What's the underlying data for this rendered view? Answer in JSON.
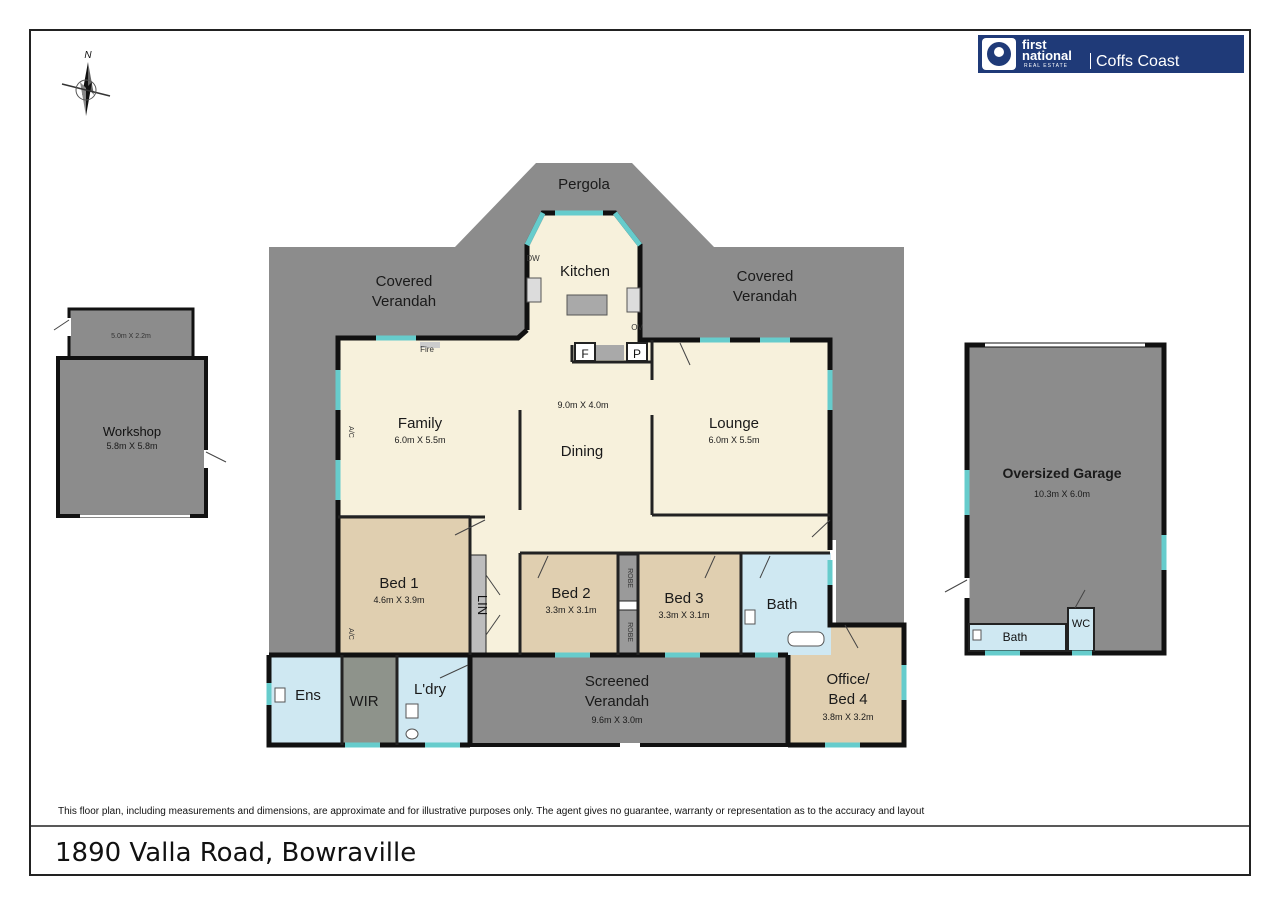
{
  "compass": {
    "label": "N"
  },
  "logo": {
    "line1": "first",
    "line2": "national",
    "line3": "REAL ESTATE",
    "office": "Coffs Coast"
  },
  "outdoor": {
    "pergola": "Pergola",
    "covered_verandah_left_1": "Covered",
    "covered_verandah_left_2": "Verandah",
    "covered_verandah_right_1": "Covered",
    "covered_verandah_right_2": "Verandah"
  },
  "rooms": {
    "kitchen": {
      "name": "Kitchen"
    },
    "family": {
      "name": "Family",
      "dim": "6.0m X 5.5m"
    },
    "dining": {
      "name": "Dining",
      "dim": "9.0m X 4.0m"
    },
    "lounge": {
      "name": "Lounge",
      "dim": "6.0m X 5.5m"
    },
    "bed1": {
      "name": "Bed 1",
      "dim": "4.6m X 3.9m"
    },
    "bed2": {
      "name": "Bed 2",
      "dim": "3.3m X 3.1m"
    },
    "bed3": {
      "name": "Bed 3",
      "dim": "3.3m X 3.1m"
    },
    "bath": {
      "name": "Bath"
    },
    "ens": {
      "name": "Ens"
    },
    "wir": {
      "name": "WIR"
    },
    "ldry": {
      "name": "L'dry"
    },
    "lin": {
      "name": "LIN"
    },
    "screened_verandah": {
      "name1": "Screened",
      "name2": "Verandah",
      "dim": "9.6m X 3.0m"
    },
    "office": {
      "name1": "Office/",
      "name2": "Bed 4",
      "dim": "3.8m X 3.2m"
    },
    "workshop": {
      "name": "Workshop",
      "dim": "5.8m X 5.8m",
      "annex_dim": "5.0m X 2.2m"
    },
    "garage": {
      "name": "Oversized Garage",
      "dim": "10.3m X 6.0m"
    },
    "garage_bath": {
      "name": "Bath"
    },
    "garage_wc": {
      "name": "WC"
    }
  },
  "fixtures": {
    "dw": "DW",
    "ov": "OV",
    "f": "F",
    "p": "P",
    "fire": "Fire",
    "ac1": "A/C",
    "ac2": "A/C",
    "robe1": "ROBE",
    "robe2": "ROBE"
  },
  "footer": {
    "disclaimer": "This floor plan, including measurements and dimensions, are approximate and for illustrative purposes only. The agent gives no guarantee, warranty or representation as to the accuracy and layout",
    "address": "1890 Valla Road, Bowraville"
  },
  "colors": {
    "verandah": "#8c8c8c",
    "living": "#f7f1dc",
    "bedroom": "#e0cfb0",
    "wet": "#cfe8f2",
    "wir": "#8e938b",
    "window": "#66cccc"
  }
}
